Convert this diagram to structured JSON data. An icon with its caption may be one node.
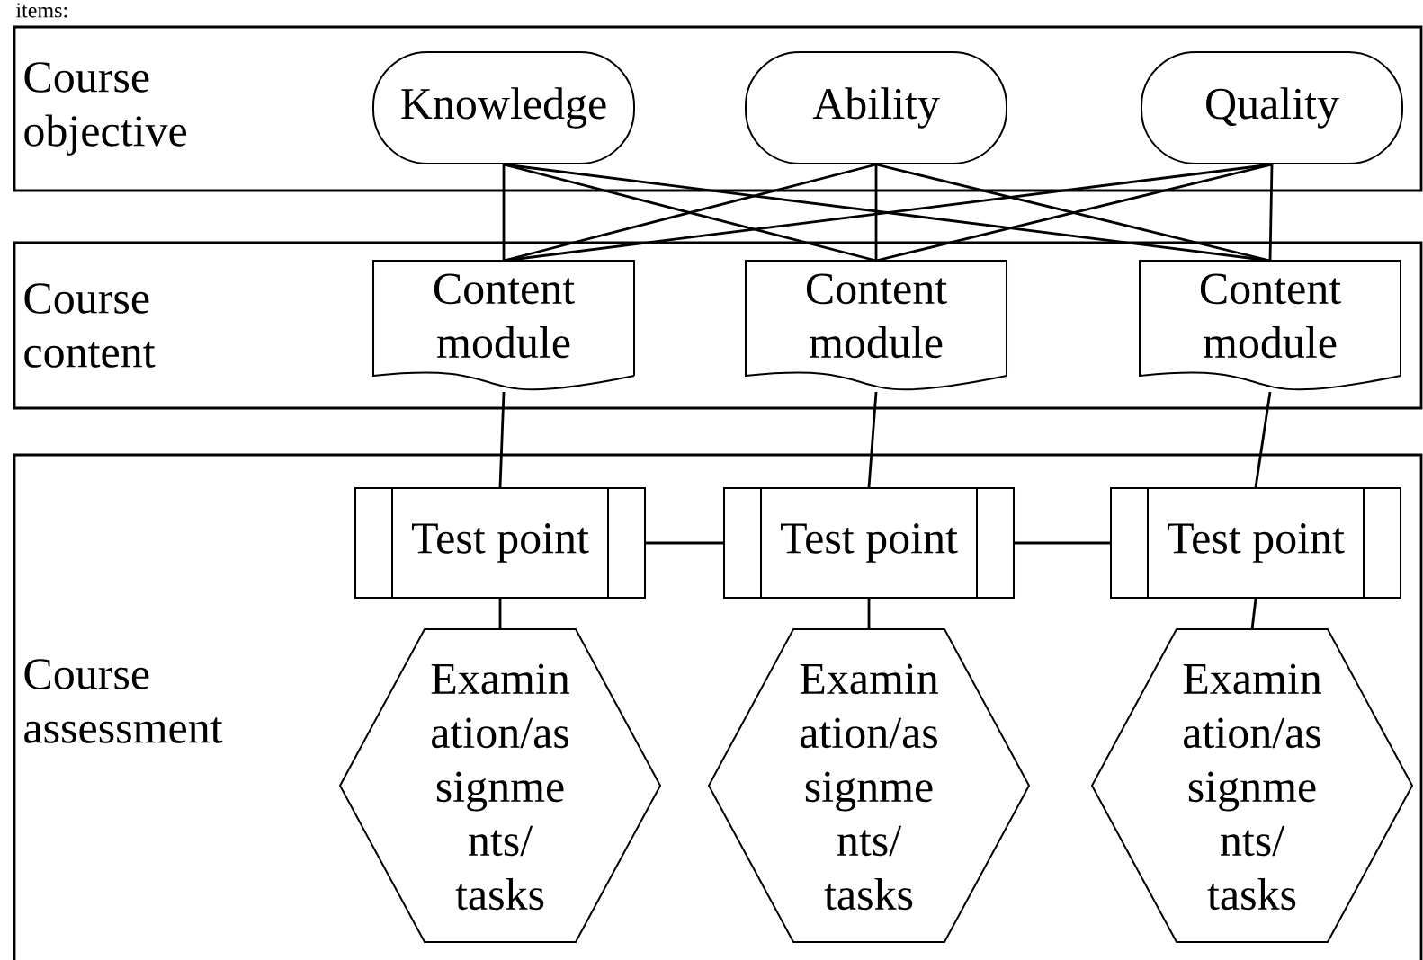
{
  "diagram": {
    "nodes": [
      {
        "text": [
          "Course objective"
        ]
      },
      {
        "text": [
          "Knowledge"
        ],
        "in": 0
      },
      {
        "text": [
          "Ability"
        ],
        "in": 0
      },
      {
        "text": [
          "Quality"
        ],
        "in": 0
      },
      {
        "text": [
          "Course content"
        ]
      },
      {
        "text": [
          "Content module"
        ],
        "in": 4
      },
      {
        "text": [
          "Content module"
        ],
        "in": 4
      },
      {
        "text": [
          "Content module"
        ],
        "in": 4
      },
      {
        "text": [
          "Course assessment"
        ]
      },
      {
        "text": [
          "Test point"
        ],
        "in": 8
      },
      {
        "text": [
          "Test point"
        ],
        "in": 8
      },
      {
        "text": [
          "Test point"
        ],
        "in": 8
      },
      {
        "text": [
          "Examin ation/as signme nts/ tasks"
        ],
        "in": 8
      },
      {
        "text": [
          "Examin ation/as signme nts/ tasks"
        ],
        "in": 8
      },
      {
        "text": [
          "Examin ation/as signme nts/ tasks"
        ],
        "in": 8
      }
    ],
    "edges": [
      {
        "from": 1,
        "to": 5,
        "arrow": "none"
      },
      {
        "from": 1,
        "to": 6,
        "arrow": "none"
      },
      {
        "from": 1,
        "to": 7,
        "arrow": "none"
      },
      {
        "from": 2,
        "to": 5,
        "arrow": "none"
      },
      {
        "from": 2,
        "to": 6,
        "arrow": "none"
      },
      {
        "from": 2,
        "to": 7,
        "arrow": "none"
      },
      {
        "from": 3,
        "to": 5,
        "arrow": "none"
      },
      {
        "from": 3,
        "to": 6,
        "arrow": "none"
      },
      {
        "from": 3,
        "to": 7,
        "arrow": "none"
      },
      {
        "from": 5,
        "to": 9,
        "arrow": "none"
      },
      {
        "from": 6,
        "to": 10,
        "arrow": "none"
      },
      {
        "from": 7,
        "to": 11,
        "arrow": "none"
      },
      {
        "from": 9,
        "to": 10,
        "arrow": "none"
      },
      {
        "from": 10,
        "to": 11,
        "arrow": "none"
      },
      {
        "from": 9,
        "to": 12,
        "arrow": "none"
      },
      {
        "from": 10,
        "to": 13,
        "arrow": "none"
      },
      {
        "from": 11,
        "to": 14,
        "arrow": "none"
      }
    ],
    "labels": [
      "items:"
    ]
  }
}
